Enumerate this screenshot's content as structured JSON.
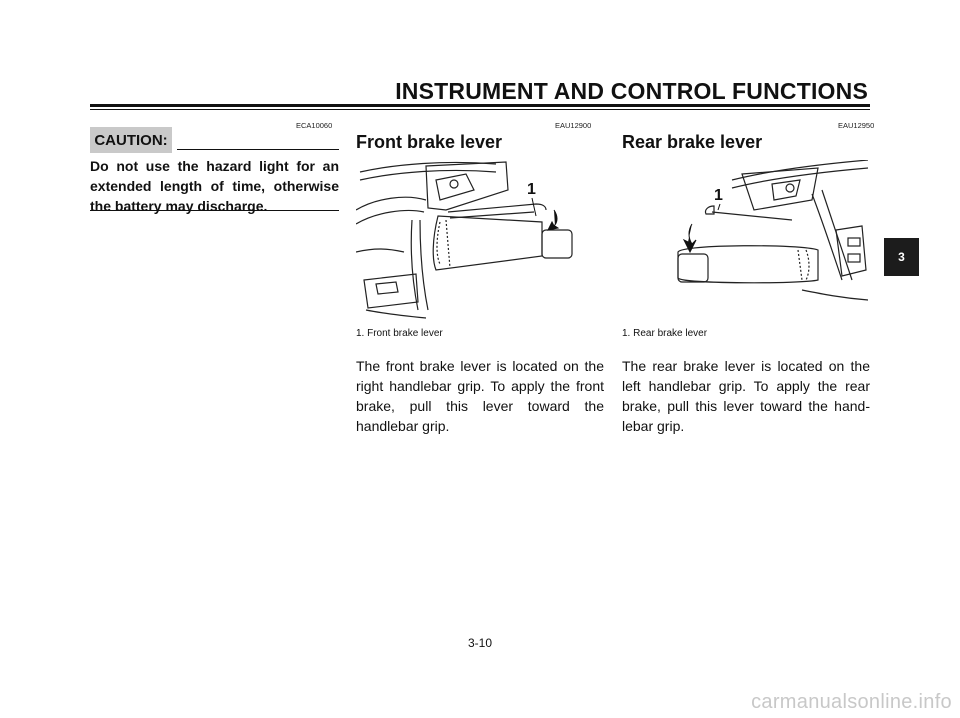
{
  "header": {
    "title": "INSTRUMENT AND CONTROL FUNCTIONS"
  },
  "caution": {
    "code": "ECA10060",
    "label": "CAUTION:",
    "text": "Do not use the hazard light for an extended length of time, otherwise the battery may discharge."
  },
  "front_brake": {
    "code": "EAU12900",
    "heading": "Front brake lever",
    "callout": "1",
    "caption": "1. Front brake lever",
    "body": "The front brake lever is located on the right handlebar grip. To apply the front brake, pull this lever toward the handlebar grip."
  },
  "rear_brake": {
    "code": "EAU12950",
    "heading": "Rear brake lever",
    "callout": "1",
    "caption": "1. Rear brake lever",
    "body": "The rear brake lever is located on the left handlebar grip. To apply the rear brake, pull this lever toward the hand-lebar grip."
  },
  "chapter_tab": "3",
  "page_number": "3-10",
  "watermark": "carmanualsonline.info"
}
